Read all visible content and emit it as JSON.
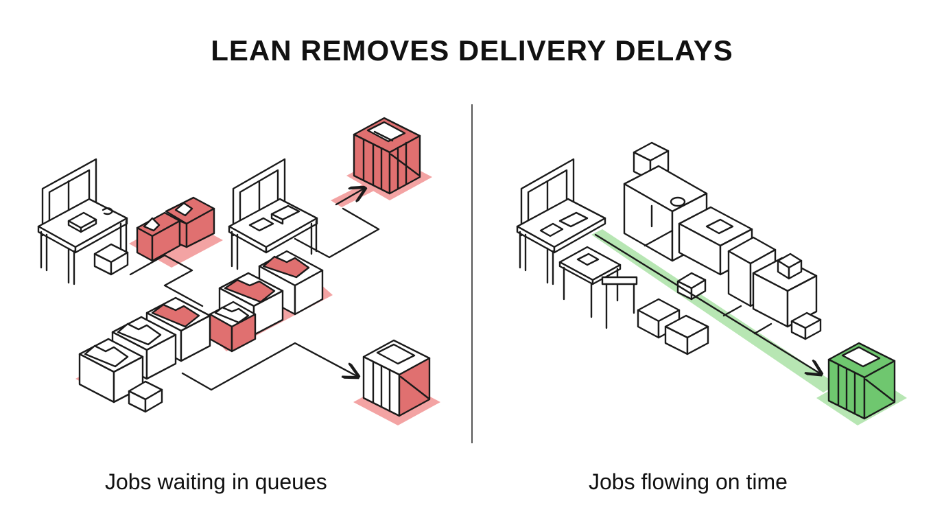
{
  "title": "LEAN REMOVES DELIVERY DELAYS",
  "left_panel": {
    "caption": "Jobs waiting in queues",
    "highlight_color": "#e07070"
  },
  "right_panel": {
    "caption": "Jobs flowing on time",
    "highlight_color": "#6fc76f"
  }
}
